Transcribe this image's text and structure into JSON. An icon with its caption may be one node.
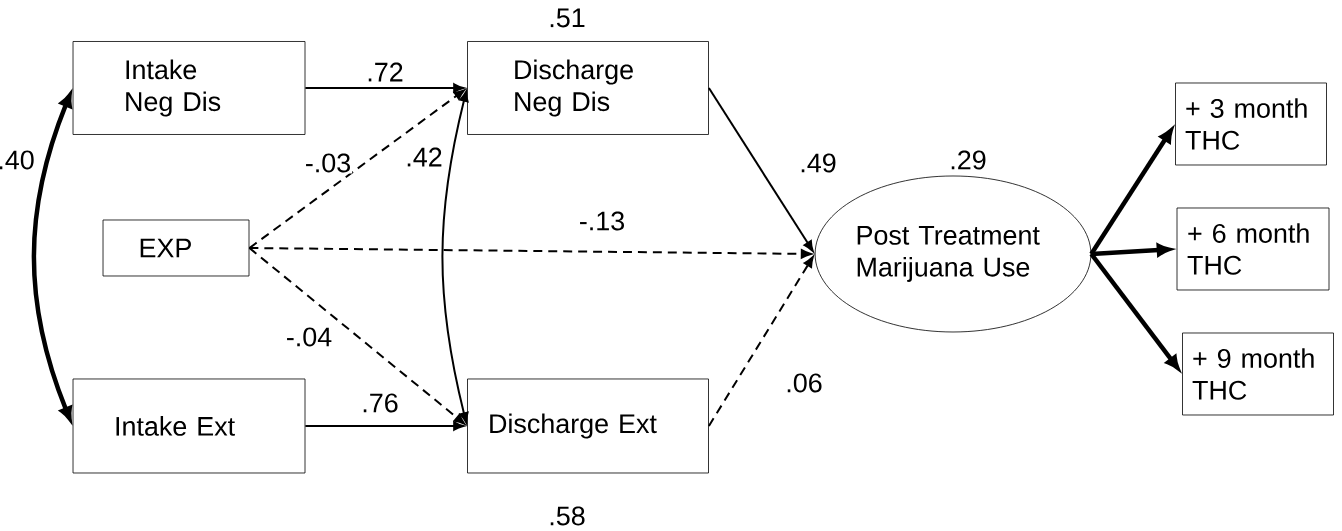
{
  "diagram": {
    "nodes": [
      {
        "text": [
          "Intake Neg Dis"
        ]
      },
      {
        "text": [
          "Discharge Neg Dis"
        ],
        "beside": [
          ".51"
        ]
      },
      {
        "text": [
          "EXP"
        ]
      },
      {
        "text": [
          "Intake Ext"
        ]
      },
      {
        "text": [
          "Discharge Ext"
        ],
        "beside": [
          ".58"
        ]
      },
      {
        "text": [
          "Post Treatment Marijuana Use"
        ],
        "beside": [
          ".29"
        ]
      },
      {
        "text": [
          "+ 3 month THC"
        ]
      },
      {
        "text": [
          "+ 6 month THC"
        ]
      },
      {
        "text": [
          "+ 9 month THC"
        ]
      }
    ],
    "edges": [
      {
        "from": 0,
        "to": 3,
        "arrow": "both",
        "label": ".40",
        "style": "thick"
      },
      {
        "from": 0,
        "to": 1,
        "arrow": "to",
        "label": ".72"
      },
      {
        "from": 2,
        "to": 1,
        "arrow": "to",
        "label": "-.03",
        "style": "dashed"
      },
      {
        "from": 1,
        "to": 4,
        "arrow": "both",
        "label": ".42"
      },
      {
        "from": 2,
        "to": 5,
        "arrow": "to",
        "label": "-.13",
        "style": "dashed"
      },
      {
        "from": 2,
        "to": 4,
        "arrow": "to",
        "label": "-.04",
        "style": "dashed"
      },
      {
        "from": 3,
        "to": 4,
        "arrow": "to",
        "label": ".76"
      },
      {
        "from": 1,
        "to": 5,
        "arrow": "to",
        "label": ".49"
      },
      {
        "from": 4,
        "to": 5,
        "arrow": "to",
        "label": ".06",
        "style": "dashed"
      },
      {
        "from": 5,
        "to": 6,
        "arrow": "to",
        "style": "thick"
      },
      {
        "from": 5,
        "to": 7,
        "arrow": "to",
        "style": "thick"
      },
      {
        "from": 5,
        "to": 8,
        "arrow": "to",
        "style": "thick"
      }
    ]
  }
}
